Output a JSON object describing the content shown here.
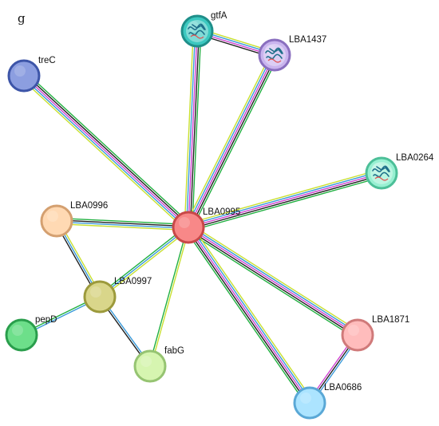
{
  "panel_letter": "g",
  "nodes": [
    {
      "id": "gtfA",
      "label": "gtfA",
      "fill": "#3cc8c0",
      "stroke": "#1f8f8a",
      "structure": true
    },
    {
      "id": "LBA1437",
      "label": "LBA1437",
      "fill": "#c9b4ee",
      "stroke": "#8a6fbf",
      "structure": true
    },
    {
      "id": "treC",
      "label": "treC",
      "fill": "#8c9ee0",
      "stroke": "#3d55a8",
      "structure": false
    },
    {
      "id": "LBA0264",
      "label": "LBA0264",
      "fill": "#98f0d2",
      "stroke": "#4cbf98",
      "structure": true
    },
    {
      "id": "LBA0996",
      "label": "LBA0996",
      "fill": "#ffd9b3",
      "stroke": "#d4a070",
      "structure": false
    },
    {
      "id": "LBA0995",
      "label": "LBA0995",
      "fill": "#f88888",
      "stroke": "#c84848",
      "structure": false
    },
    {
      "id": "LBA0997",
      "label": "LBA0997",
      "fill": "#d9d68a",
      "stroke": "#9c9a3c",
      "structure": false
    },
    {
      "id": "pepD",
      "label": "pepD",
      "fill": "#6ddf8a",
      "stroke": "#2a9e4c",
      "structure": false
    },
    {
      "id": "fabG",
      "label": "fabG",
      "fill": "#d6f5b0",
      "stroke": "#96c472",
      "structure": false
    },
    {
      "id": "LBA1871",
      "label": "LBA1871",
      "fill": "#ffbcbc",
      "stroke": "#d07a7a",
      "structure": false
    },
    {
      "id": "LBA0686",
      "label": "LBA0686",
      "fill": "#ace4ff",
      "stroke": "#5aa8d6",
      "structure": false
    }
  ],
  "edges": [
    {
      "source": "LBA0995",
      "target": "gtfA",
      "colors": [
        "#c8e030",
        "#3a9ad9",
        "#d040d0",
        "#202020",
        "#20b040"
      ]
    },
    {
      "source": "LBA0995",
      "target": "LBA1437",
      "colors": [
        "#c8e030",
        "#3a9ad9",
        "#d040d0",
        "#202020",
        "#20b040"
      ]
    },
    {
      "source": "gtfA",
      "target": "LBA1437",
      "colors": [
        "#c8e030",
        "#3a9ad9",
        "#d040d0",
        "#202020"
      ]
    },
    {
      "source": "LBA0995",
      "target": "treC",
      "colors": [
        "#c8e030",
        "#3a9ad9",
        "#d040d0",
        "#202020",
        "#20b040"
      ]
    },
    {
      "source": "LBA0995",
      "target": "LBA0264",
      "colors": [
        "#c8e030",
        "#3a9ad9",
        "#d040d0",
        "#202020",
        "#20b040"
      ]
    },
    {
      "source": "LBA0995",
      "target": "LBA0996",
      "colors": [
        "#c8e030",
        "#3a9ad9",
        "#202020",
        "#20b040"
      ]
    },
    {
      "source": "LBA0995",
      "target": "LBA0997",
      "colors": [
        "#c8e030",
        "#3a9ad9",
        "#20b040"
      ]
    },
    {
      "source": "LBA0995",
      "target": "fabG",
      "colors": [
        "#c8e030",
        "#20b040"
      ]
    },
    {
      "source": "LBA0995",
      "target": "LBA1871",
      "colors": [
        "#c8e030",
        "#3a9ad9",
        "#d040d0",
        "#202020",
        "#20b040"
      ]
    },
    {
      "source": "LBA0995",
      "target": "LBA0686",
      "colors": [
        "#c8e030",
        "#3a9ad9",
        "#d040d0",
        "#202020",
        "#20b040"
      ]
    },
    {
      "source": "LBA0996",
      "target": "LBA0997",
      "colors": [
        "#c8e030",
        "#3a9ad9",
        "#202020"
      ]
    },
    {
      "source": "LBA0997",
      "target": "pepD",
      "colors": [
        "#3a9ad9",
        "#20b040"
      ]
    },
    {
      "source": "LBA0997",
      "target": "fabG",
      "colors": [
        "#3a9ad9",
        "#202020"
      ]
    },
    {
      "source": "LBA1871",
      "target": "LBA0686",
      "colors": [
        "#3a9ad9",
        "#202020",
        "#d040d0"
      ]
    }
  ]
}
